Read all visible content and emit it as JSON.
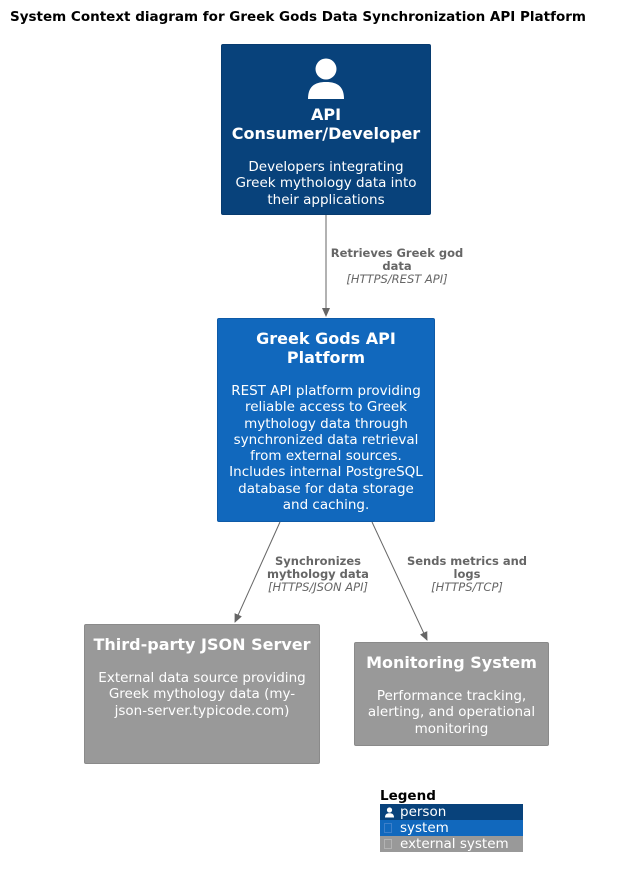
{
  "title": "System Context diagram for Greek Gods Data Synchronization API Platform",
  "nodes": {
    "consumer": {
      "name": "API Consumer/Developer",
      "description": "Developers integrating Greek mythology data into their applications",
      "kind": "person",
      "color": "#08427b",
      "icon": "person-icon"
    },
    "platform": {
      "name": "Greek Gods API Platform",
      "description": "REST API platform providing reliable access to Greek mythology data through synchronized data retrieval from external sources. Includes internal PostgreSQL database for data storage and caching.",
      "kind": "system",
      "color": "#1168bd"
    },
    "thirdparty": {
      "name": "Third-party JSON Server",
      "description": "External data source providing Greek mythology data (my-json-server.typicode.com)",
      "kind": "external system",
      "color": "#999999"
    },
    "monitoring": {
      "name": "Monitoring System",
      "description": "Performance tracking, alerting, and operational monitoring",
      "kind": "external system",
      "color": "#999999"
    }
  },
  "edges": [
    {
      "from": "consumer",
      "to": "platform",
      "label": "Retrieves Greek god data",
      "technology": "[HTTPS/REST API]"
    },
    {
      "from": "platform",
      "to": "thirdparty",
      "label": "Synchronizes mythology data",
      "technology": "[HTTPS/JSON API]"
    },
    {
      "from": "platform",
      "to": "monitoring",
      "label": "Sends metrics and logs",
      "technology": "[HTTPS/TCP]"
    }
  ],
  "legend": {
    "title": "Legend",
    "items": [
      {
        "label": "person",
        "color": "#08427b",
        "icon": "person-icon"
      },
      {
        "label": "system",
        "color": "#1168bd",
        "icon": "system-icon"
      },
      {
        "label": "external system",
        "color": "#999999",
        "icon": "external-system-icon"
      }
    ]
  },
  "colors": {
    "edge": "#666666",
    "edge_label": "#666666"
  }
}
